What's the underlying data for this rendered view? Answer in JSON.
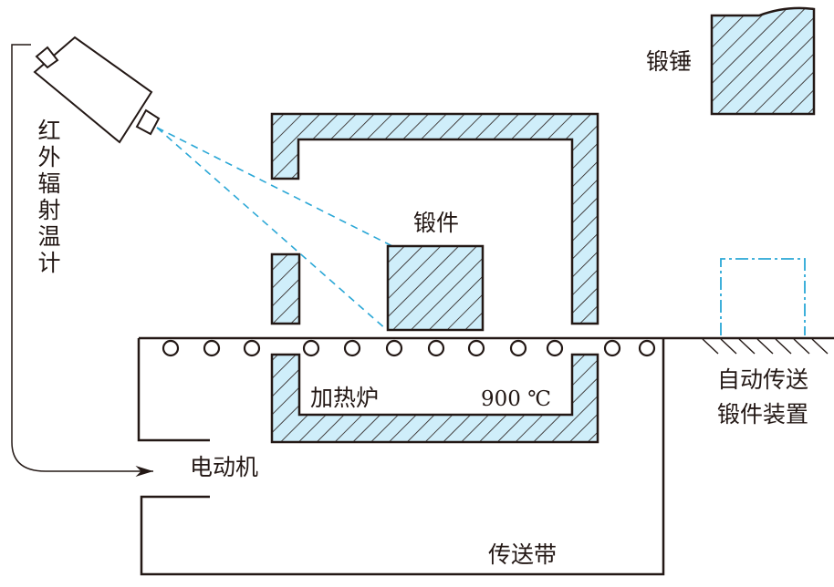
{
  "labels": {
    "infrared_thermometer": "红外辐射温计",
    "forging_hammer": "锻锤",
    "forging": "锻件",
    "furnace": "加热炉",
    "temperature": "900 ℃",
    "auto_feed_line1": "自动传送",
    "auto_feed_line2": "锻件装置",
    "motor": "电动机",
    "conveyor": "传送带"
  },
  "colors": {
    "stroke": "#231815",
    "hatch_fill": "#cfeefa",
    "dashed": "#2aa7d6"
  }
}
